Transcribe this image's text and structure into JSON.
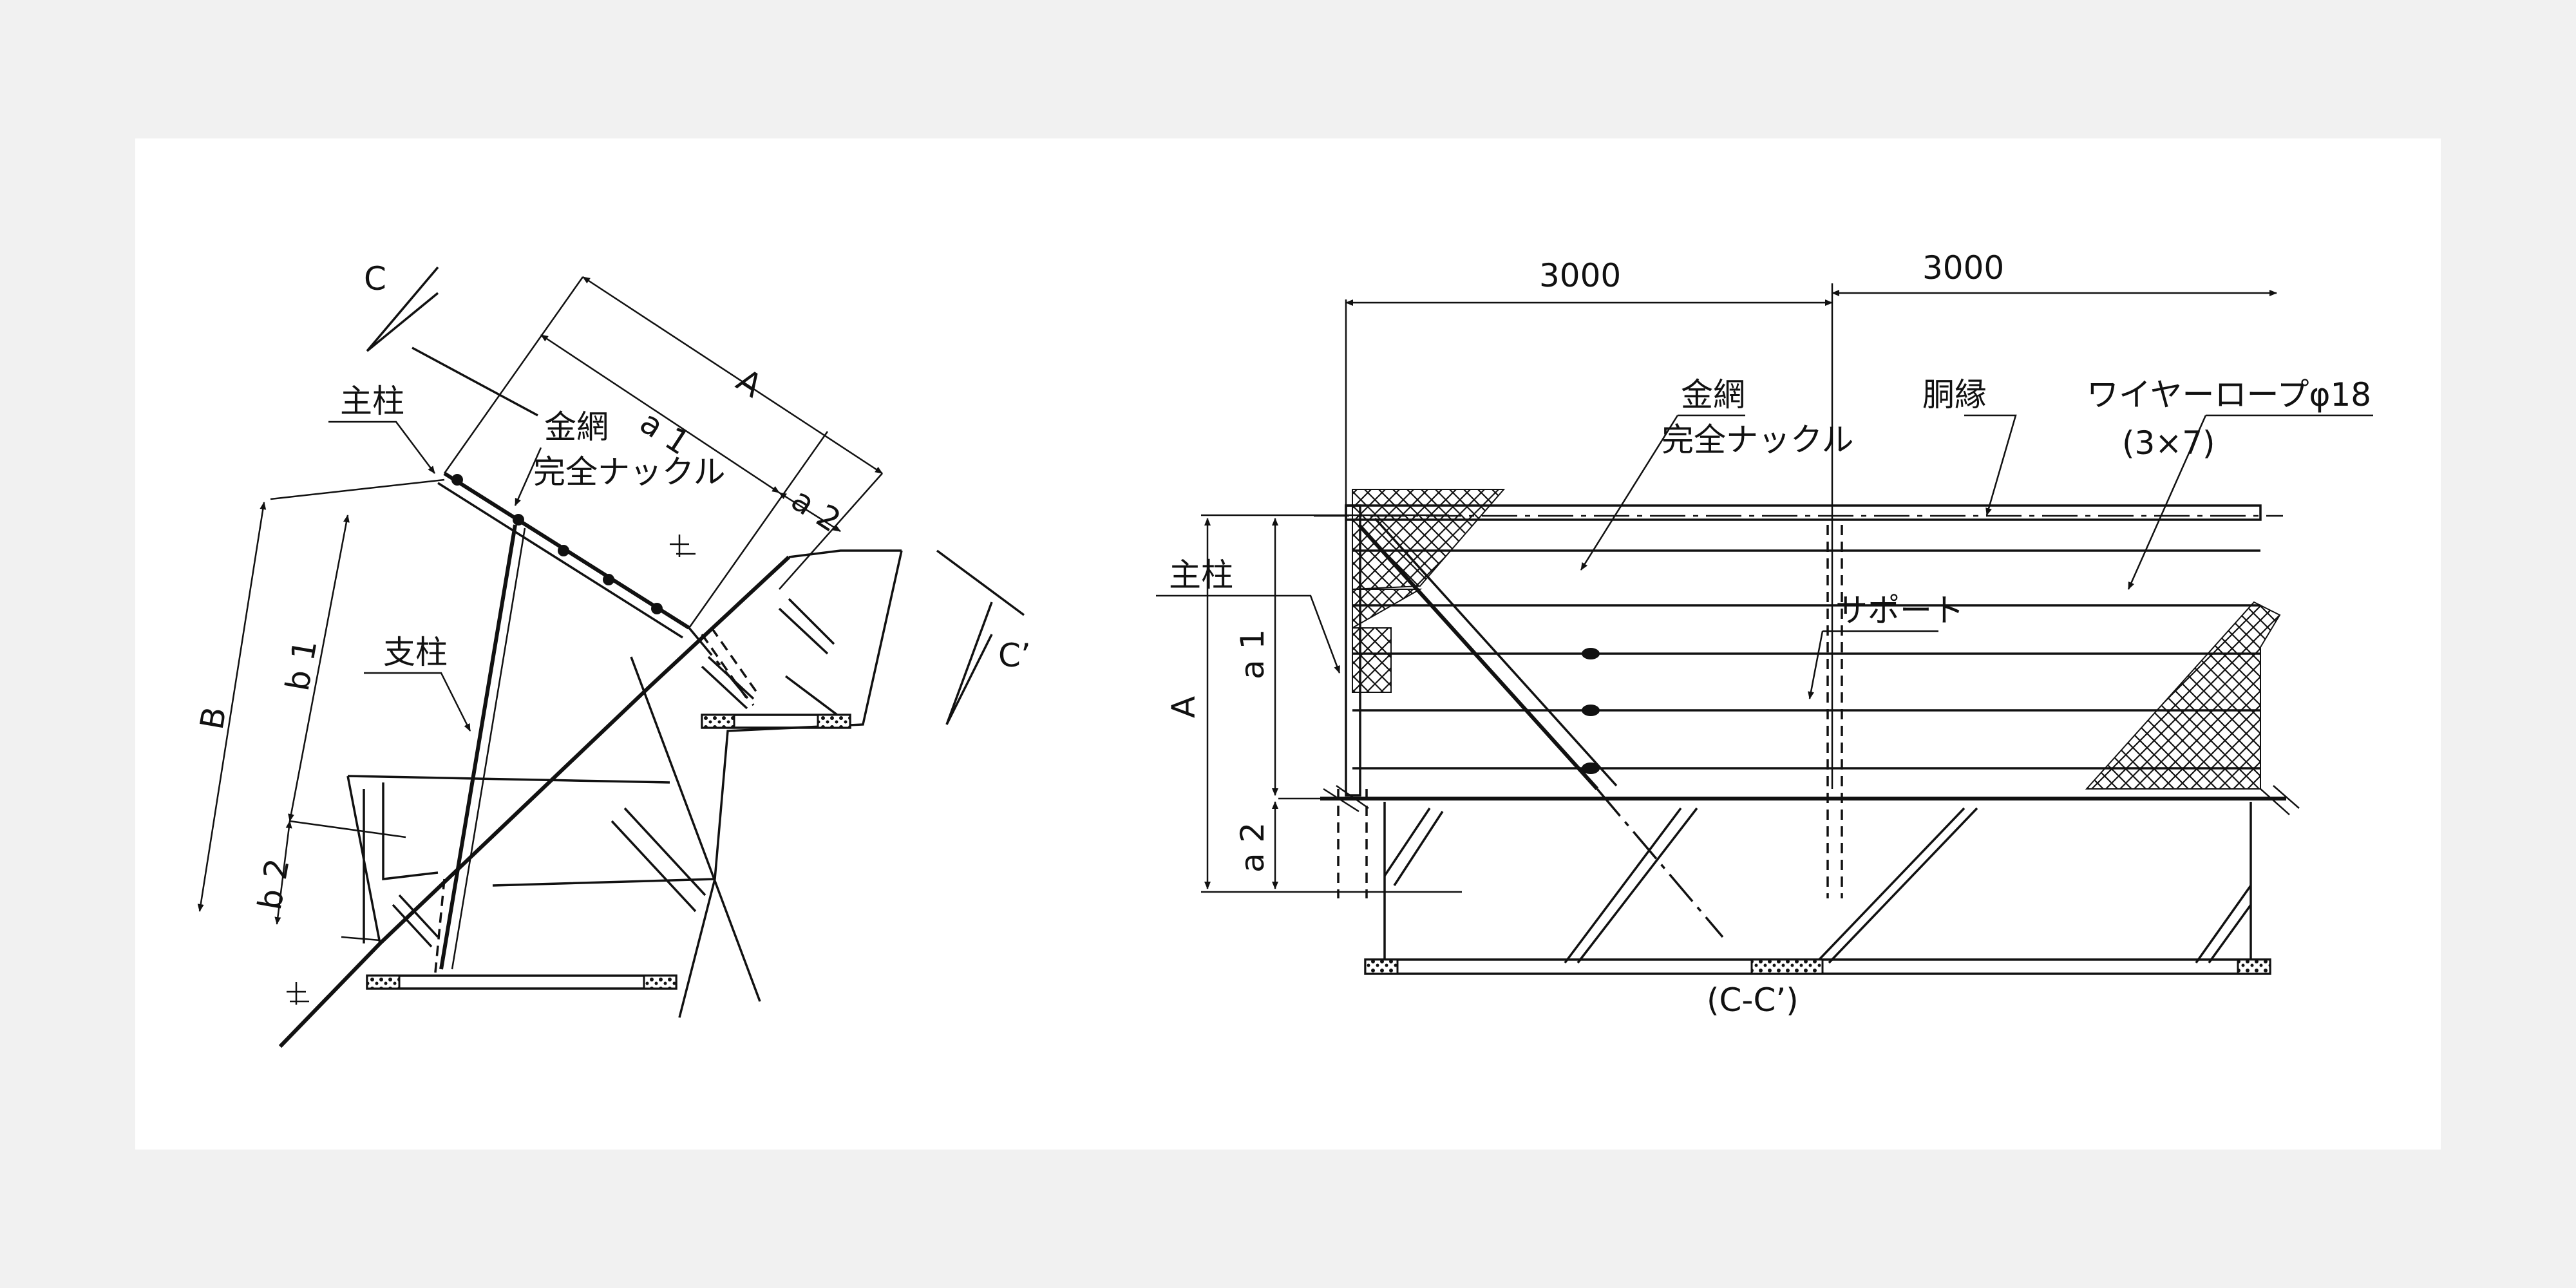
{
  "labels": {
    "section_c": "C",
    "section_c_prime": "C’",
    "dim_A": "A",
    "dim_B": "B",
    "dim_a1": "a 1",
    "dim_a2": "a 2",
    "dim_b1": "b 1",
    "dim_b2": "b 2",
    "main_post": "主柱",
    "wire_mesh": "金網",
    "knuckle": "完全ナックル",
    "strut": "支柱",
    "support": "サポート",
    "edge_beam": "胴縁",
    "wire_rope": "ワイヤーロープφ18",
    "wire_rope_spec": "(3×7)",
    "span_1": "3000",
    "span_2": "3000",
    "section_caption": "(C-C’)"
  },
  "colors": {
    "line": "#111111",
    "paper": "#ffffff",
    "background": "#f1f1f1"
  }
}
